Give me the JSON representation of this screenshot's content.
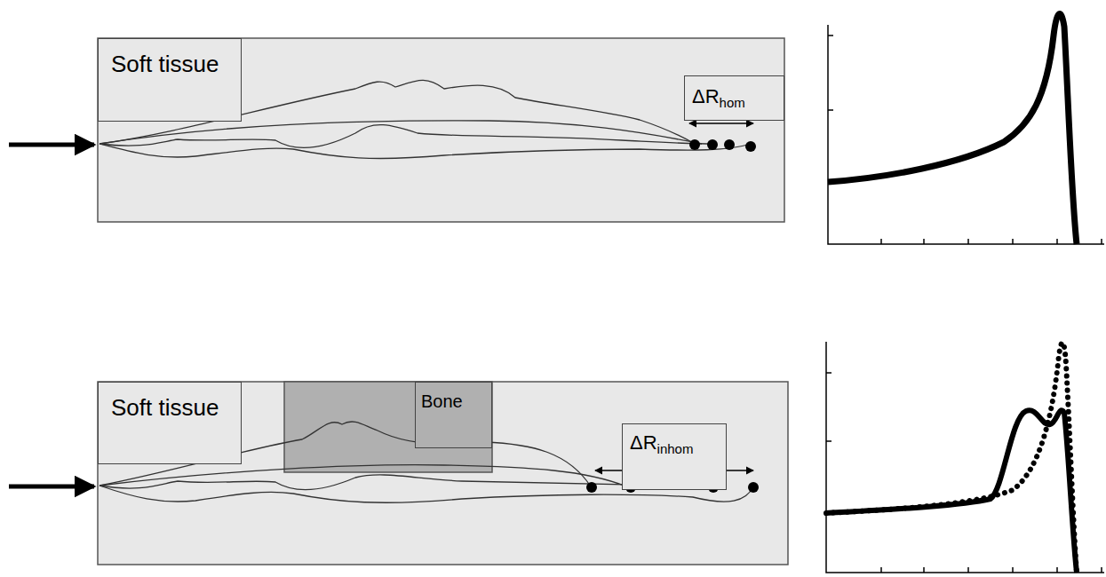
{
  "diagram": {
    "nodes": [
      {
        "text": [
          "Soft tissue"
        ]
      },
      {
        "text": [
          "ΔR",
          "hom"
        ]
      },
      {
        "text": [
          "Soft tissue"
        ]
      },
      {
        "text": [
          "Bone"
        ]
      },
      {
        "text": [
          "ΔR",
          "inhom"
        ]
      }
    ]
  }
}
